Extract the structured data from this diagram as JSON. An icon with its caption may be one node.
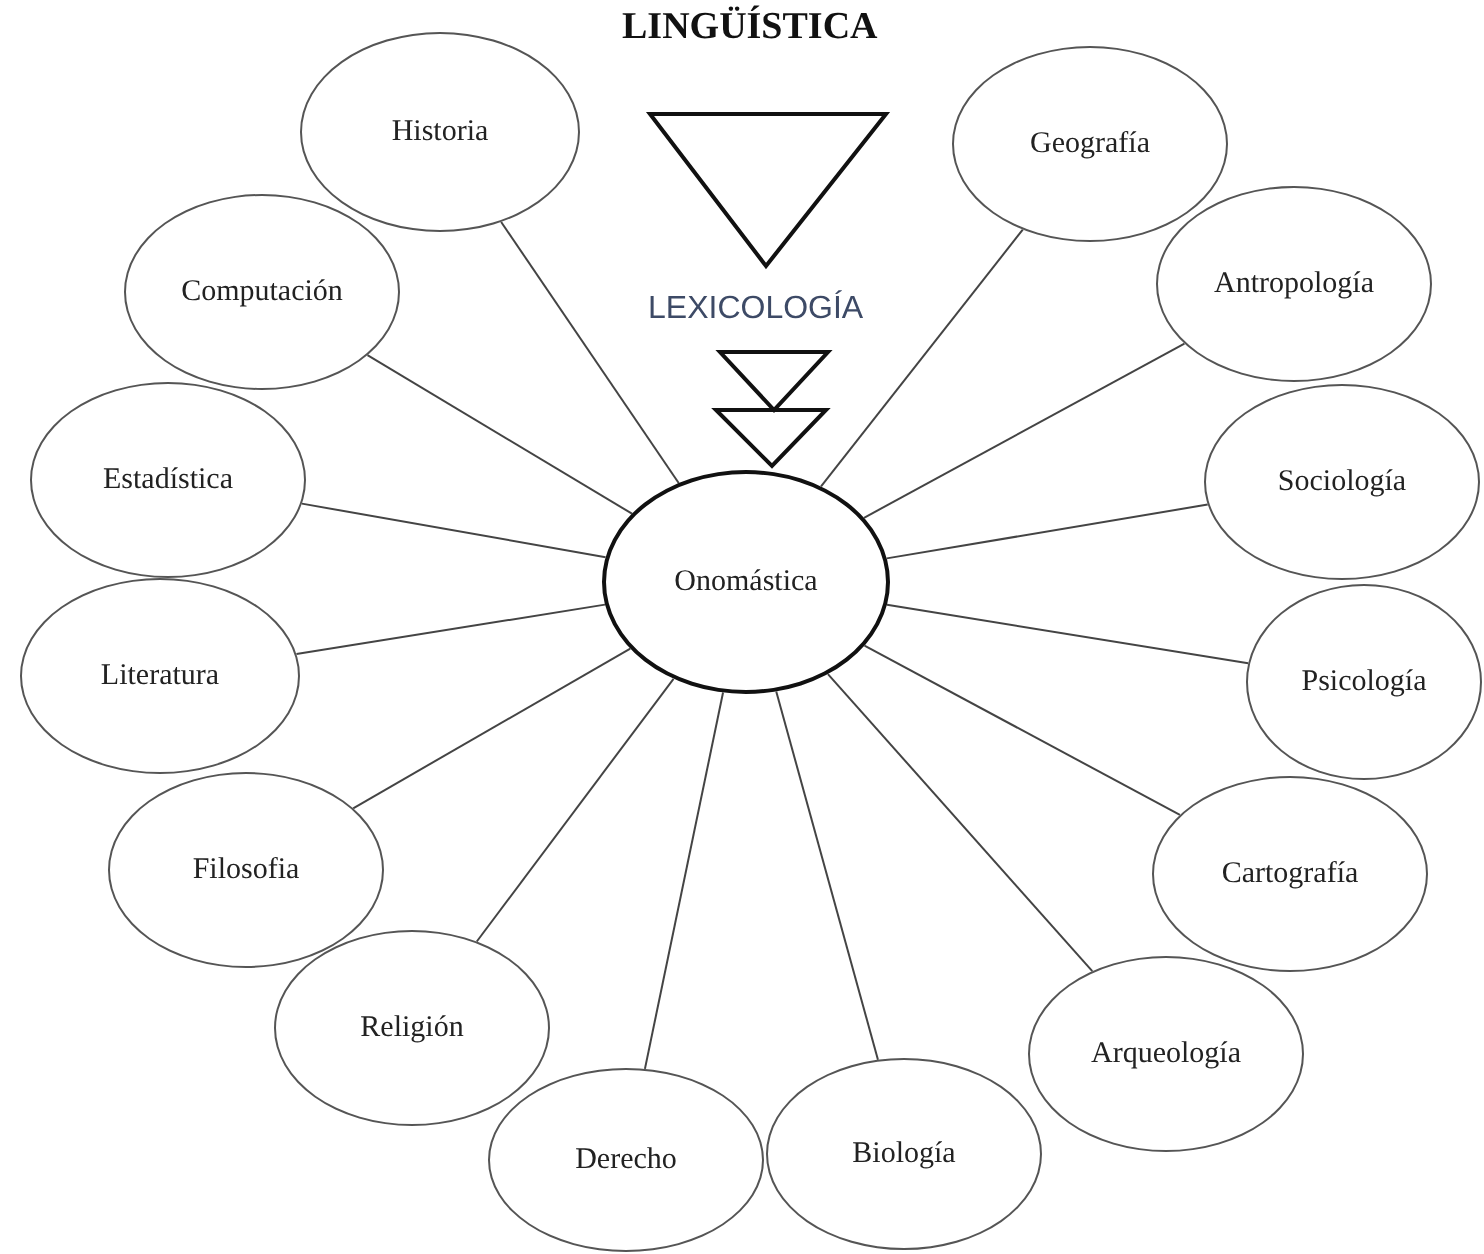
{
  "diagram": {
    "nodes": [
      {
        "text": [
          "Historia"
        ]
      },
      {
        "text": [
          "Geografía"
        ]
      },
      {
        "text": [
          "Antropología"
        ]
      },
      {
        "text": [
          "Computación"
        ]
      },
      {
        "text": [
          "Estadística"
        ]
      },
      {
        "text": [
          "Sociología"
        ]
      },
      {
        "text": [
          "Onomástica"
        ]
      },
      {
        "text": [
          "Literatura"
        ]
      },
      {
        "text": [
          "Psicología"
        ]
      },
      {
        "text": [
          "Filosofia"
        ]
      },
      {
        "text": [
          "Cartografía"
        ]
      },
      {
        "text": [
          "Religión"
        ]
      },
      {
        "text": [
          "Arqueología"
        ]
      },
      {
        "text": [
          "Biología"
        ]
      },
      {
        "text": [
          "Derecho"
        ]
      }
    ],
    "edges": [
      {
        "from": 6,
        "to": 0,
        "arrow": "none"
      },
      {
        "from": 6,
        "to": 1,
        "arrow": "none"
      },
      {
        "from": 6,
        "to": 2,
        "arrow": "none"
      },
      {
        "from": 6,
        "to": 3,
        "arrow": "none"
      },
      {
        "from": 6,
        "to": 4,
        "arrow": "none"
      },
      {
        "from": 6,
        "to": 5,
        "arrow": "none"
      },
      {
        "from": 6,
        "to": 7,
        "arrow": "none"
      },
      {
        "from": 6,
        "to": 8,
        "arrow": "none"
      },
      {
        "from": 6,
        "to": 9,
        "arrow": "none"
      },
      {
        "from": 6,
        "to": 10,
        "arrow": "none"
      },
      {
        "from": 6,
        "to": 11,
        "arrow": "none"
      },
      {
        "from": 6,
        "to": 12,
        "arrow": "none"
      },
      {
        "from": 6,
        "to": 13,
        "arrow": "none"
      },
      {
        "from": 6,
        "to": 14,
        "arrow": "none"
      }
    ],
    "labels": [
      "LINGÜÍSTICA",
      "LEXICOLOGÍA"
    ]
  }
}
